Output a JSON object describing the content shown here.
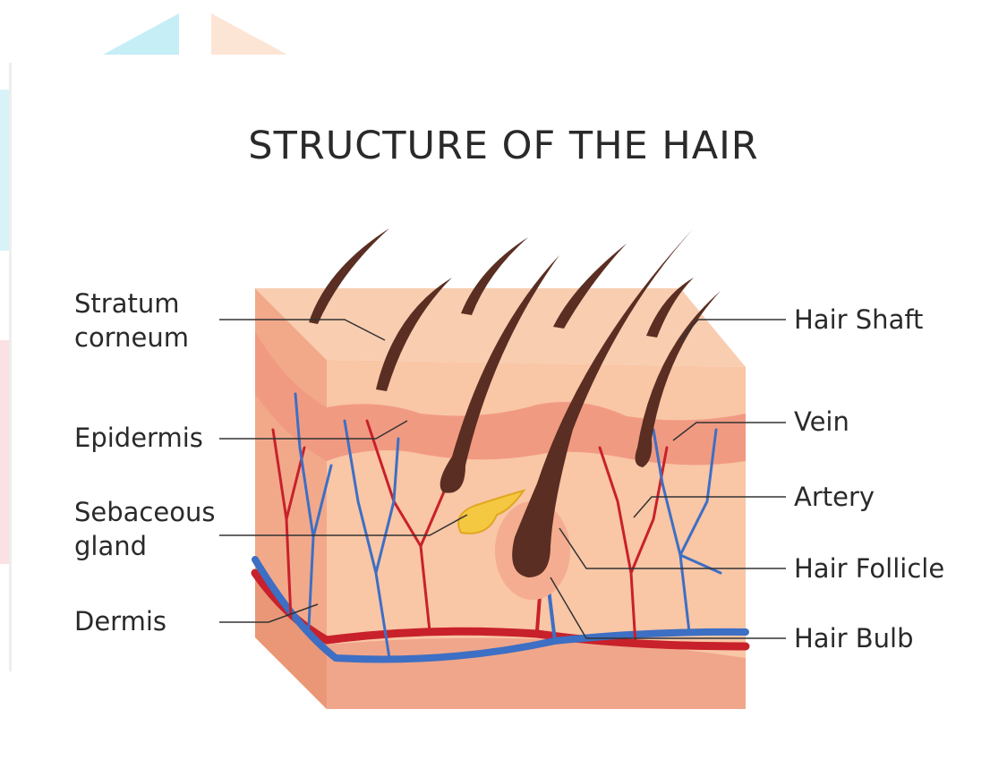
{
  "title": "STRUCTURE OF THE HAIR",
  "labels": {
    "stratum_corneum": "Stratum\ncorneum",
    "epidermis": "Epidermis",
    "sebaceous_gland": "Sebaceous\ngland",
    "dermis": "Dermis",
    "hair_shaft": "Hair Shaft",
    "vein": "Vein",
    "artery": "Artery",
    "hair_follicle": "Hair Follicle",
    "hair_bulb": "Hair Bulb"
  },
  "colors": {
    "skin_light": "#f9c9a8",
    "skin_side": "#f2a98a",
    "epidermis_band": "#f19a82",
    "hair": "#5a2e22",
    "artery": "#c8212b",
    "vein": "#3d6fc4",
    "gland": "#f5c842"
  }
}
